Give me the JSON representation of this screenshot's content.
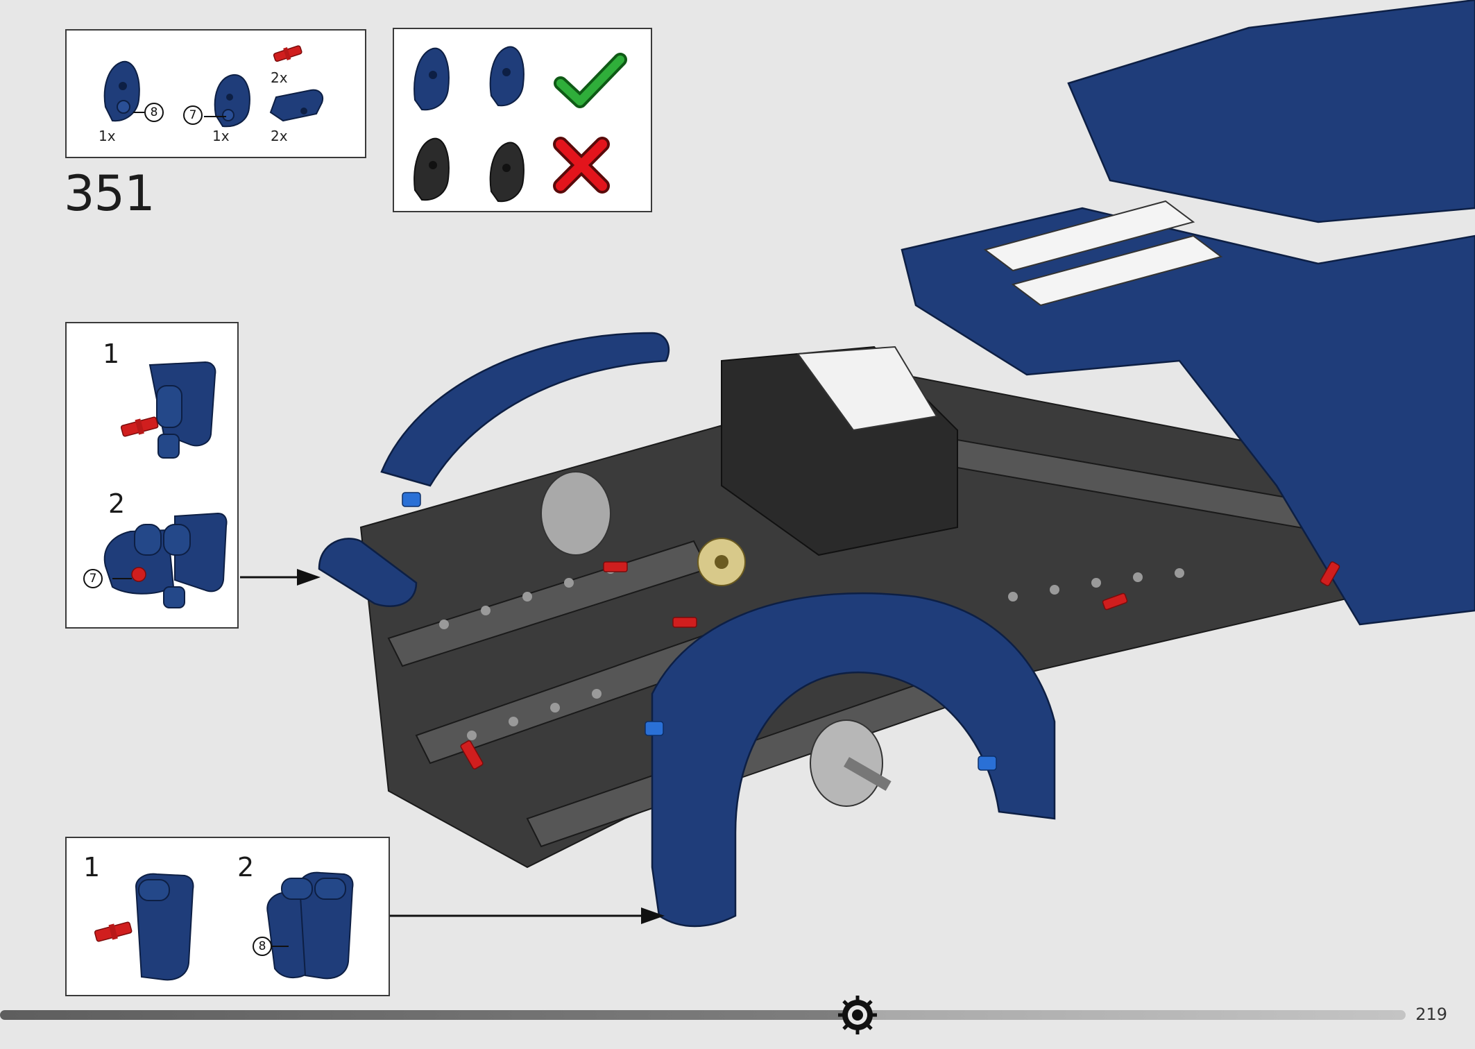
{
  "step": {
    "number": "351"
  },
  "parts_box": {
    "items": [
      {
        "qty": "1x",
        "position_label": "8"
      },
      {
        "qty": "1x",
        "position_label": "7"
      },
      {
        "qty": "2x"
      },
      {
        "qty": "2x"
      }
    ]
  },
  "color_check": {
    "correct_icon": "green-checkmark-icon",
    "wrong_icon": "red-x-icon",
    "correct_color": "#1f3d7a",
    "wrong_color": "#2b2b2b"
  },
  "substep_box_top": {
    "steps": [
      {
        "number": "1"
      },
      {
        "number": "2",
        "position_label": "7"
      }
    ]
  },
  "substep_box_bottom": {
    "steps": [
      {
        "number": "1"
      },
      {
        "number": "2",
        "position_label": "8"
      }
    ]
  },
  "footer": {
    "page_number": "219"
  },
  "colors": {
    "background": "#e7e7e7",
    "lego_blue": "#1f3d7a",
    "lego_red": "#d01e1e",
    "dark_gray": "#3b3b3b",
    "check_green": "#2fae3a"
  }
}
